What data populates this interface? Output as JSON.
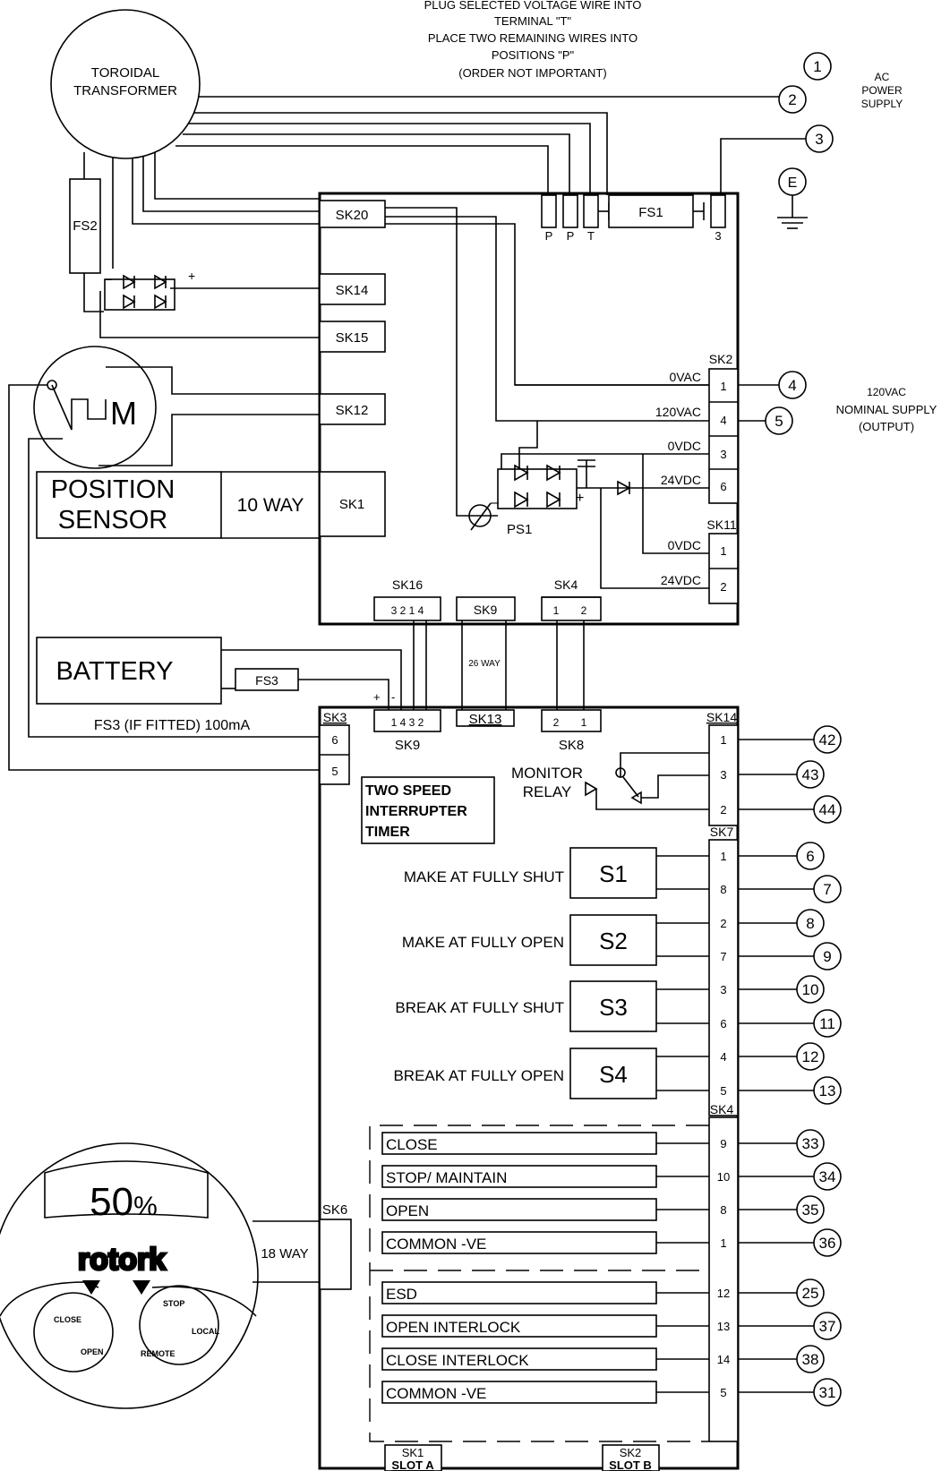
{
  "notes": {
    "line1": "PLUG SELECTED VOLTAGE WIRE INTO",
    "line2": "TERMINAL \"T\"",
    "line3": "PLACE TWO REMAINING WIRES INTO",
    "line4": "POSITIONS \"P\"",
    "line5": "(ORDER NOT IMPORTANT)"
  },
  "transformer": {
    "line1": "TOROIDAL",
    "line2": "TRANSFORMER"
  },
  "ac_power": {
    "line1": "AC",
    "line2": "POWER",
    "line3": "SUPPLY"
  },
  "earth": "E",
  "fuses": {
    "fs1": "FS1",
    "fs2": "FS2",
    "fs3": "FS3",
    "fs3_note": "FS3 (IF FITTED) 100mA"
  },
  "power_terminals": {
    "p1": "P",
    "p2": "P",
    "t": "T",
    "three": "3"
  },
  "circles": {
    "c1": "1",
    "c2": "2",
    "c3": "3",
    "c4": "4",
    "c5": "5",
    "c6": "6",
    "c7": "7",
    "c8": "8",
    "c9": "9",
    "c10": "10",
    "c11": "11",
    "c12": "12",
    "c13": "13",
    "c42": "42",
    "c43": "43",
    "c44": "44",
    "c33": "33",
    "c34": "34",
    "c35": "35",
    "c36": "36",
    "c25": "25",
    "c37": "37",
    "c38": "38",
    "c31": "31"
  },
  "connectors": {
    "sk20": "SK20",
    "sk14a": "SK14",
    "sk15": "SK15",
    "sk12": "SK12",
    "sk1": "SK1",
    "sk2": "SK2",
    "sk11": "SK11",
    "sk16": "SK16",
    "sk9a": "SK9",
    "sk4a": "SK4",
    "sk13": "SK13",
    "sk9b": "SK9",
    "sk8": "SK8",
    "sk3": "SK3",
    "sk14b": "SK14",
    "sk7": "SK7",
    "sk4b": "SK4",
    "sk6": "SK6",
    "sk1b": "SK1",
    "sk2b": "SK2",
    "slot_a": "SLOT A",
    "slot_b": "SLOT B"
  },
  "sk2_pins": {
    "p1": "1",
    "p4": "4",
    "p3": "3",
    "p6": "6"
  },
  "sk2_labels": {
    "v0ac": "0VAC",
    "v120ac": "120VAC",
    "v0dc": "0VDC",
    "v24dc": "24VDC"
  },
  "sk11_pins": {
    "p1": "1",
    "p2": "2"
  },
  "sk11_labels": {
    "v0dc": "0VDC",
    "v24dc": "24VDC"
  },
  "supply_note": {
    "line1": "120VAC",
    "line2": "NOMINAL SUPPLY",
    "line3": "(OUTPUT)"
  },
  "ps1": "PS1",
  "sk16_pins": "3 2 1 4",
  "sk4_pins": {
    "p1": "1",
    "p2": "2"
  },
  "sk9_pins": "1 4 3 2",
  "sk8_pins": {
    "p2": "2",
    "p1": "1"
  },
  "way26": "26 WAY",
  "way10": "10 WAY",
  "way18": "18 WAY",
  "motor": "M",
  "position_sensor": {
    "line1": "POSITION",
    "line2": "SENSOR"
  },
  "battery": "BATTERY",
  "battery_signs": {
    "plus": "+",
    "minus": "-"
  },
  "rect_signs": {
    "plus": "+",
    "minus": "–"
  },
  "sk3_pins": {
    "p6": "6",
    "p5": "5"
  },
  "timer": {
    "line1": "TWO SPEED",
    "line2": "INTERRUPTER",
    "line3": "TIMER"
  },
  "relay": {
    "line1": "MONITOR",
    "line2": "RELAY"
  },
  "sk14_pins": {
    "p1": "1",
    "p3": "3",
    "p2": "2"
  },
  "switches": [
    {
      "label": "MAKE AT FULLY SHUT",
      "name": "S1",
      "pin_a": "1",
      "pin_b": "8"
    },
    {
      "label": "MAKE AT FULLY OPEN",
      "name": "S2",
      "pin_a": "2",
      "pin_b": "7"
    },
    {
      "label": "BREAK AT FULLY SHUT",
      "name": "S3",
      "pin_a": "3",
      "pin_b": "6"
    },
    {
      "label": "BREAK AT FULLY OPEN",
      "name": "S4",
      "pin_a": "4",
      "pin_b": "5"
    }
  ],
  "inputs": [
    {
      "label": "CLOSE",
      "pin": "9"
    },
    {
      "label": "STOP/ MAINTAIN",
      "pin": "10"
    },
    {
      "label": "OPEN",
      "pin": "8"
    },
    {
      "label": "COMMON -VE",
      "pin": "1"
    },
    {
      "label": "ESD",
      "pin": "12"
    },
    {
      "label": "OPEN INTERLOCK",
      "pin": "13"
    },
    {
      "label": "CLOSE INTERLOCK",
      "pin": "14"
    },
    {
      "label": "COMMON -VE",
      "pin": "5"
    }
  ],
  "display": {
    "value": "50",
    "unit": "%",
    "brand": "rotork",
    "left_knob": {
      "close": "CLOSE",
      "open": "OPEN"
    },
    "right_knob": {
      "stop": "STOP",
      "local": "LOCAL",
      "remote": "REMOTE"
    }
  }
}
